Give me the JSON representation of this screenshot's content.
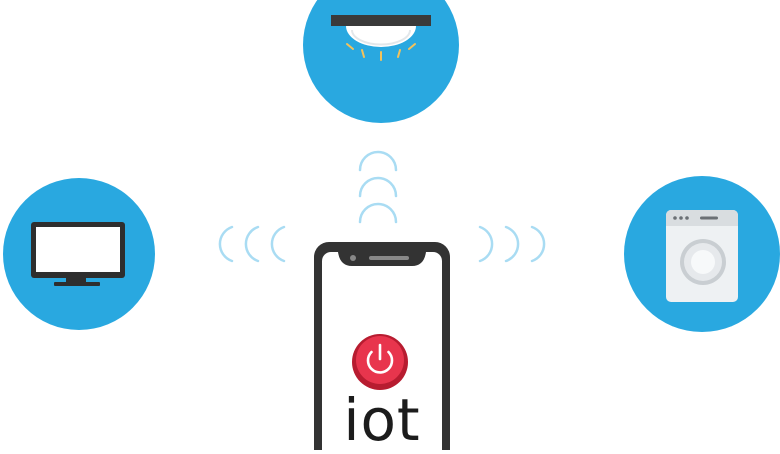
{
  "illustration": {
    "center_label": "iot",
    "colors": {
      "circle_blue": "#29a8e0",
      "wave_blue": "#a9dcf3",
      "phone_frame": "#333333",
      "power_red": "#e8354d",
      "appliance_white": "#eef1f3",
      "appliance_gray": "#d9dde0",
      "light_yellow": "#f4c25a"
    },
    "devices": [
      {
        "name": "ceiling-light",
        "icon": "ceiling-light-icon"
      },
      {
        "name": "television",
        "icon": "tv-icon"
      },
      {
        "name": "washing-machine",
        "icon": "washing-machine-icon"
      }
    ],
    "phone": {
      "icon": "power-button-icon"
    }
  }
}
